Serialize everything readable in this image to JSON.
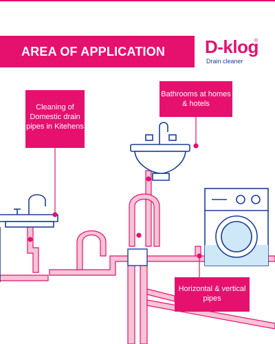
{
  "header": {
    "title": "AREA OF APPLICATION"
  },
  "brand": {
    "name": "D-klog",
    "registered": "®",
    "tagline": "Drain cleaner"
  },
  "callouts": [
    {
      "text": "Cleaning of Domestic drain pipes in Kitehens"
    },
    {
      "text": "Bathrooms at homes & hotels"
    },
    {
      "text": "Horizontal & vertical pipes"
    }
  ],
  "colors": {
    "brand_pink": "#e6106f",
    "pipe_light": "#f5c4d6",
    "outline_blue": "#1a3d99",
    "water_blue": "#cfe8f7"
  },
  "icons": [
    "kitchen-sink-icon",
    "washbasin-icon",
    "washing-machine-icon",
    "pipe-junction-icon"
  ]
}
